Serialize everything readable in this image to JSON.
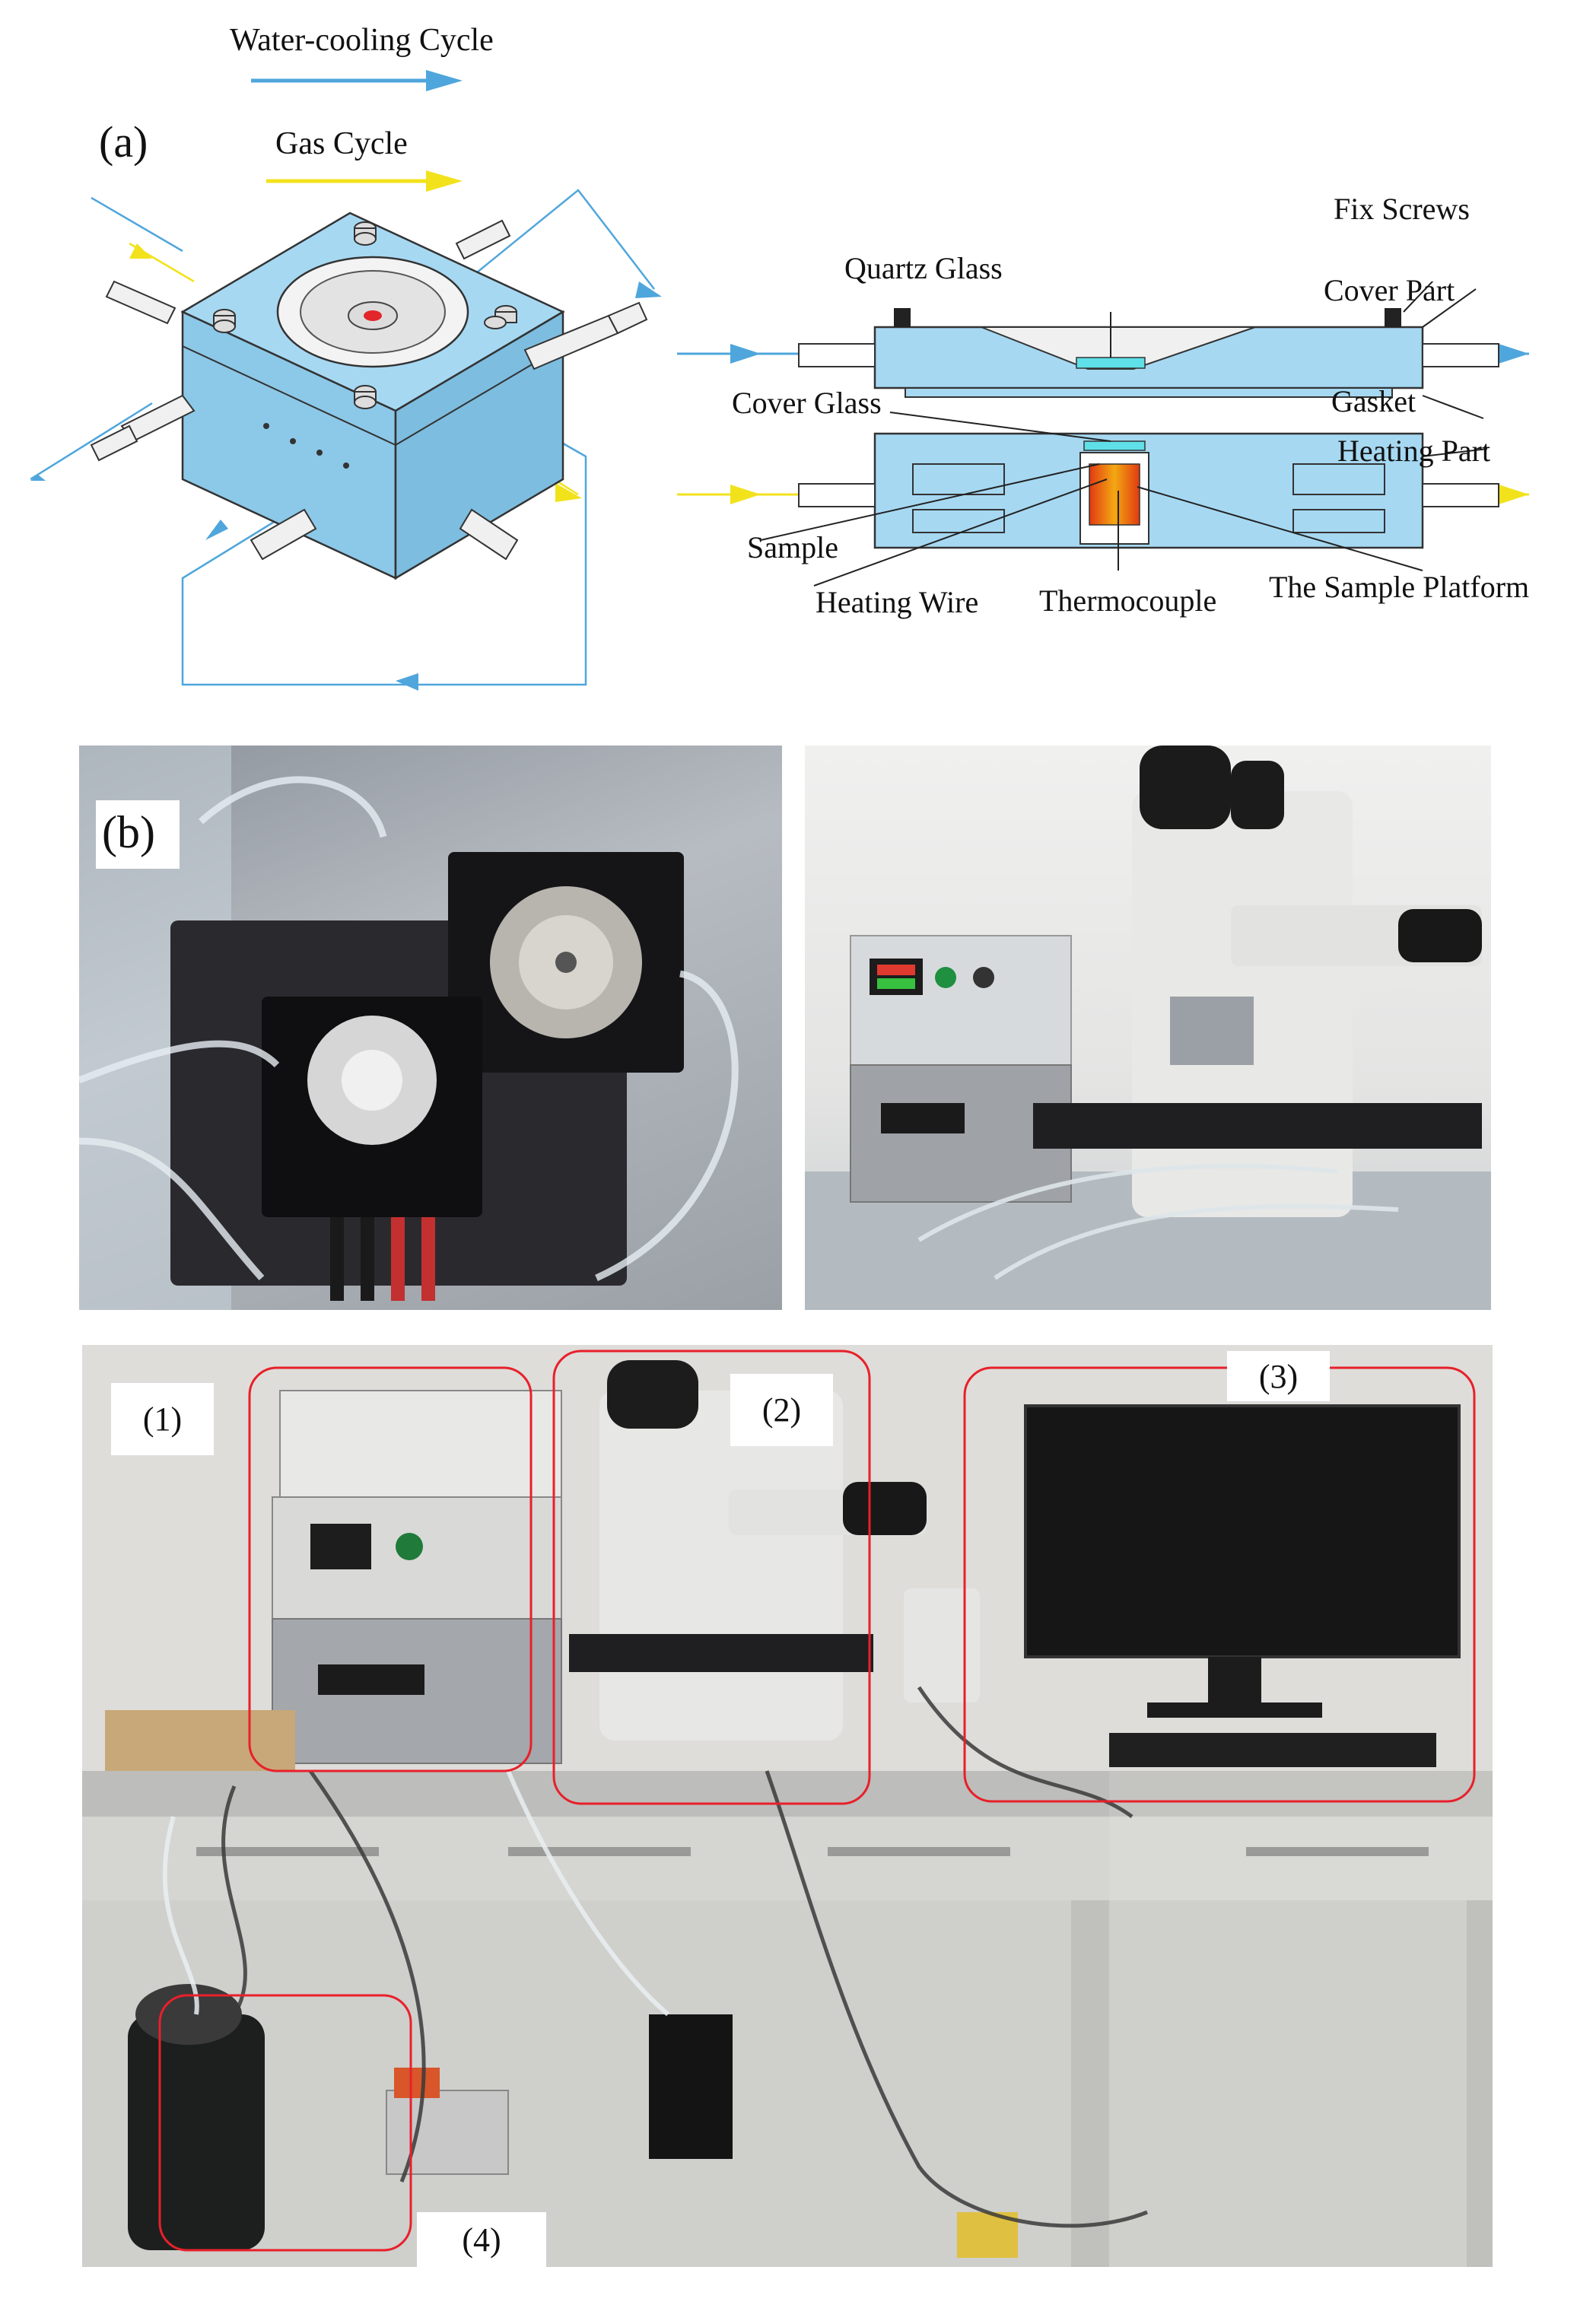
{
  "legend": {
    "water_cycle": "Water-cooling Cycle",
    "gas_cycle": "Gas Cycle"
  },
  "panels": {
    "a": "(a)",
    "b": "(b)"
  },
  "section_labels": {
    "fix_screws": "Fix Screws",
    "quartz_glass": "Quartz Glass",
    "cover_part": "Cover Part",
    "cover_glass": "Cover Glass",
    "gasket": "Gasket",
    "heating_part": "Heating Part",
    "sample": "Sample",
    "heating_wire": "Heating Wire",
    "thermocouple": "Thermocouple",
    "sample_platform": "The Sample Platform"
  },
  "setup_tags": [
    "(1)",
    "(2)",
    "(3)",
    "(4)"
  ],
  "colors": {
    "water_arrow": "#4fa6dc",
    "gas_arrow": "#f2e21c",
    "stage_body": "#a6d8f2",
    "highlight_box": "#e8202a"
  }
}
